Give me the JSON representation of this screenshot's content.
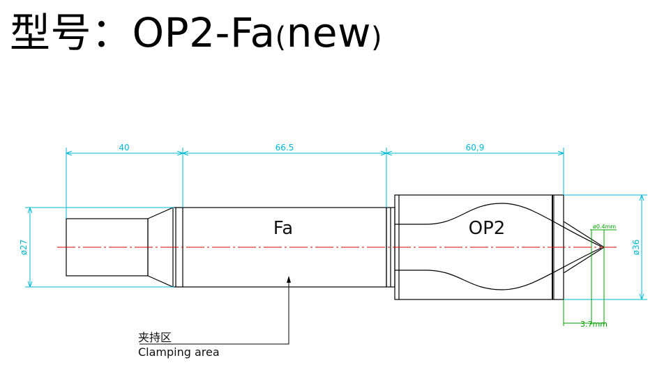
{
  "title": {
    "prefix": "型号：OP2-Fa",
    "paren_open": "(",
    "suffix": "new",
    "paren_close": ")"
  },
  "dimensions": {
    "len1": "40",
    "len2": "66.5",
    "len3": "60,9",
    "dia_left": "ø27",
    "dia_right": "ø36",
    "tip_top": "ø0.4mm",
    "tip_bottom": "3.7mm"
  },
  "labels": {
    "shank": "Fa",
    "tip": "OP2",
    "clamp_cn": "夹持区",
    "clamp_en": "Clamping area"
  },
  "colors": {
    "dimension": "#00b8d4",
    "centerline": "#d00000",
    "annotation": "#00a000",
    "outline": "#000000"
  }
}
